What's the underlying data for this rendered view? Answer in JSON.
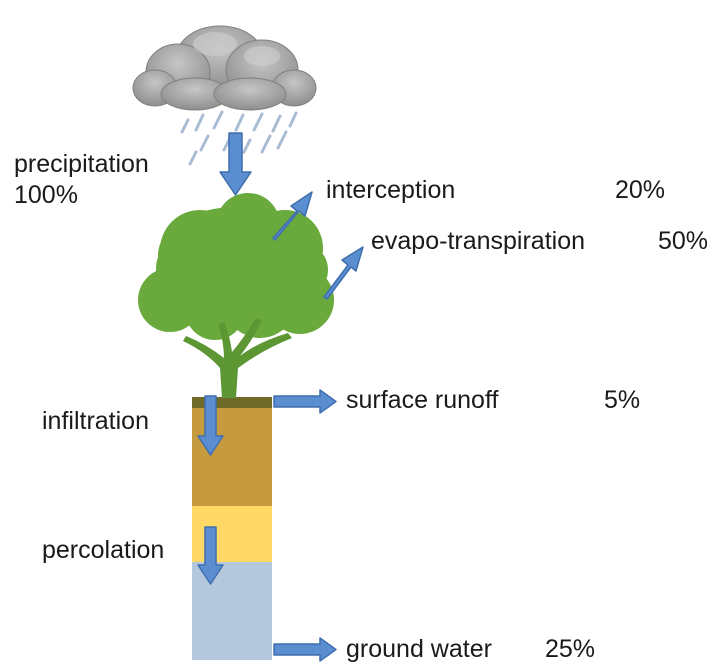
{
  "labels": {
    "precipitation": "precipitation",
    "precipitation_value": "100%",
    "interception": "interception",
    "interception_value": "20%",
    "evapotranspiration": "evapo-transpiration",
    "evapotranspiration_value": "50%",
    "surface_runoff": "surface runoff",
    "surface_runoff_value": "5%",
    "infiltration": "infiltration",
    "percolation": "percolation",
    "ground_water": "ground water",
    "ground_water_value": "25%"
  },
  "icons": {
    "cloud": "rain-cloud-icon",
    "tree": "tree-icon",
    "arrow": "flow-arrow-icon"
  },
  "colors": {
    "cloud": "#9a9a9a",
    "rain": "#9fb4cc",
    "arrow_fill": "#5b8ed0",
    "arrow_stroke": "#3f6fae",
    "tree": "#6aaa3c",
    "tree_dark": "#5c9733",
    "soil_top": "#6f6a28",
    "soil": "#c69a3f",
    "percolation_layer": "#ffd866",
    "groundwater_layer": "#b4c7dc"
  }
}
